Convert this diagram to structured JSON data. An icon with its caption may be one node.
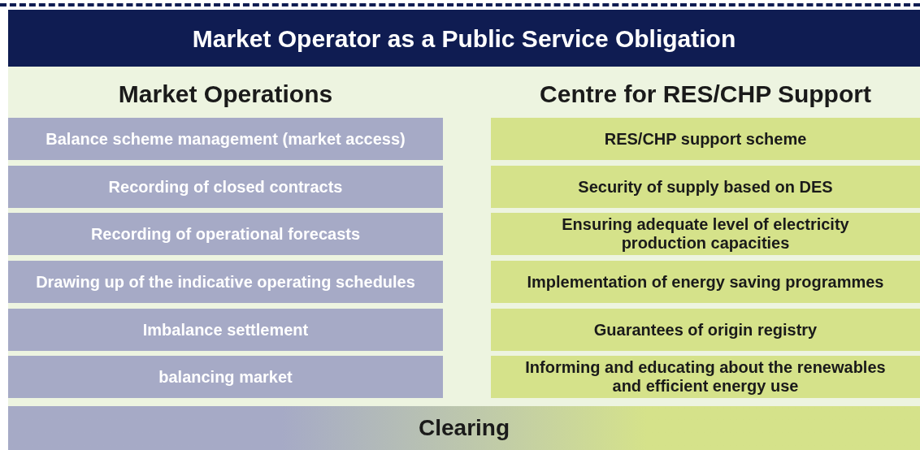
{
  "diagram": {
    "title": "Market Operator as a Public Service Obligation",
    "nodes": [
      {
        "text": [
          "Balance scheme management (market access)"
        ]
      },
      {
        "text": [
          "Recording of closed contracts"
        ]
      },
      {
        "text": [
          "Recording of operational forecasts"
        ]
      },
      {
        "text": [
          "Drawing up of the indicative operating schedules"
        ]
      },
      {
        "text": [
          "Imbalance settlement"
        ]
      },
      {
        "text": [
          "balancing market"
        ]
      },
      {
        "text": [
          "RES/CHP support scheme"
        ]
      },
      {
        "text": [
          "Security of supply based on DES"
        ]
      },
      {
        "text": [
          "Ensuring adequate level of electricity production capacities"
        ]
      },
      {
        "text": [
          "Implementation of energy saving programmes"
        ]
      },
      {
        "text": [
          "Guarantees of origin registry"
        ]
      },
      {
        "text": [
          "Informing and educating about the renewables and efficient energy use"
        ]
      },
      {
        "text": [
          "Clearing"
        ]
      }
    ],
    "labels": [
      "Market Operations",
      "Centre for RES/CHP Support"
    ]
  }
}
